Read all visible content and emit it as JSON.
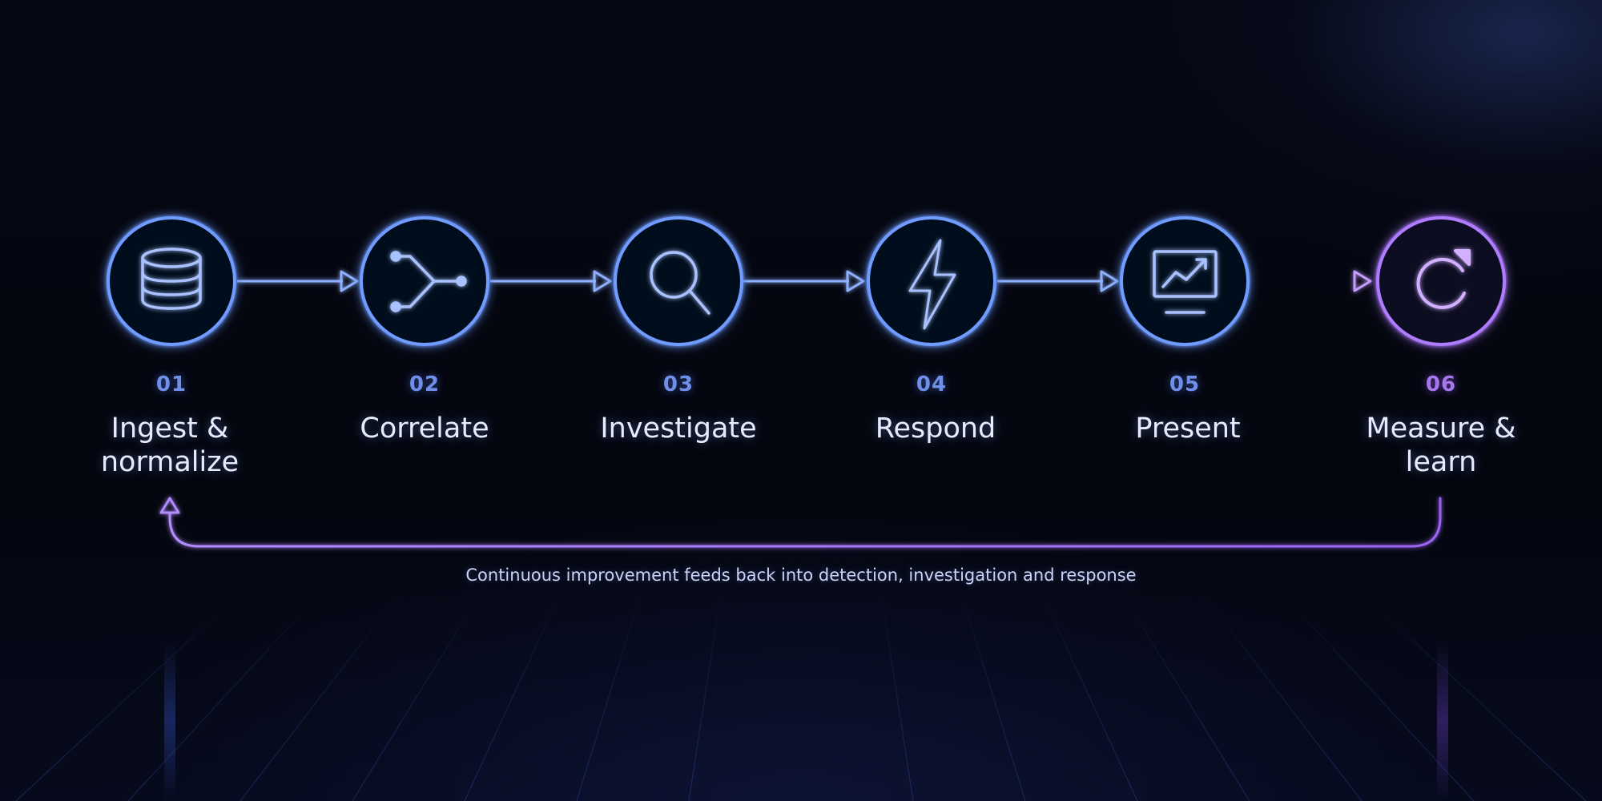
{
  "steps": [
    {
      "number": "01",
      "label": "Ingest &\nnormalize",
      "icon": "database-icon"
    },
    {
      "number": "02",
      "label": "Correlate",
      "icon": "merge-icon"
    },
    {
      "number": "03",
      "label": "Investigate",
      "icon": "search-icon"
    },
    {
      "number": "04",
      "label": "Respond",
      "icon": "lightning-icon"
    },
    {
      "number": "05",
      "label": "Present",
      "icon": "chart-monitor-icon"
    },
    {
      "number": "06",
      "label": "Measure &\nlearn",
      "icon": "refresh-icon"
    }
  ],
  "feedback_caption": "Continuous improvement feeds back into detection, investigation and response",
  "colors": {
    "blue_glow": "#5b8cff",
    "blue_line": "#8fb0ff",
    "purple_glow": "#a46cf5",
    "purple_line": "#c9a2ff",
    "label_text": "#e6ecff",
    "number_text": "#6f8fe8",
    "background": "#03060f"
  }
}
